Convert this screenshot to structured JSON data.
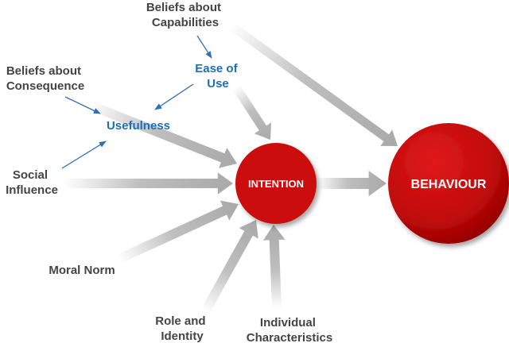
{
  "labels": {
    "beliefs_capabilities": [
      "Beliefs about",
      "Capabilities"
    ],
    "beliefs_consequence": [
      "Beliefs about",
      "Consequence"
    ],
    "ease_of_use": [
      "Ease of",
      "Use"
    ],
    "usefulness": "Usefulness",
    "social_influence": [
      "Social",
      "Influence"
    ],
    "moral_norm": "Moral Norm",
    "role_identity": [
      "Role and",
      "Identity"
    ],
    "individual_characteristics": [
      "Individual",
      "Characteristics"
    ]
  },
  "nodes": {
    "intention": "INTENTION",
    "behaviour": "BEHAVIOUR"
  },
  "colors": {
    "node_fill": "#cc0c0c",
    "node_dark": "#8e0000",
    "label_text": "#444444",
    "blue_text": "#1c6fb5",
    "thin_arrow": "#2e6fb5",
    "thick_arrow": "#a9a9a9"
  }
}
